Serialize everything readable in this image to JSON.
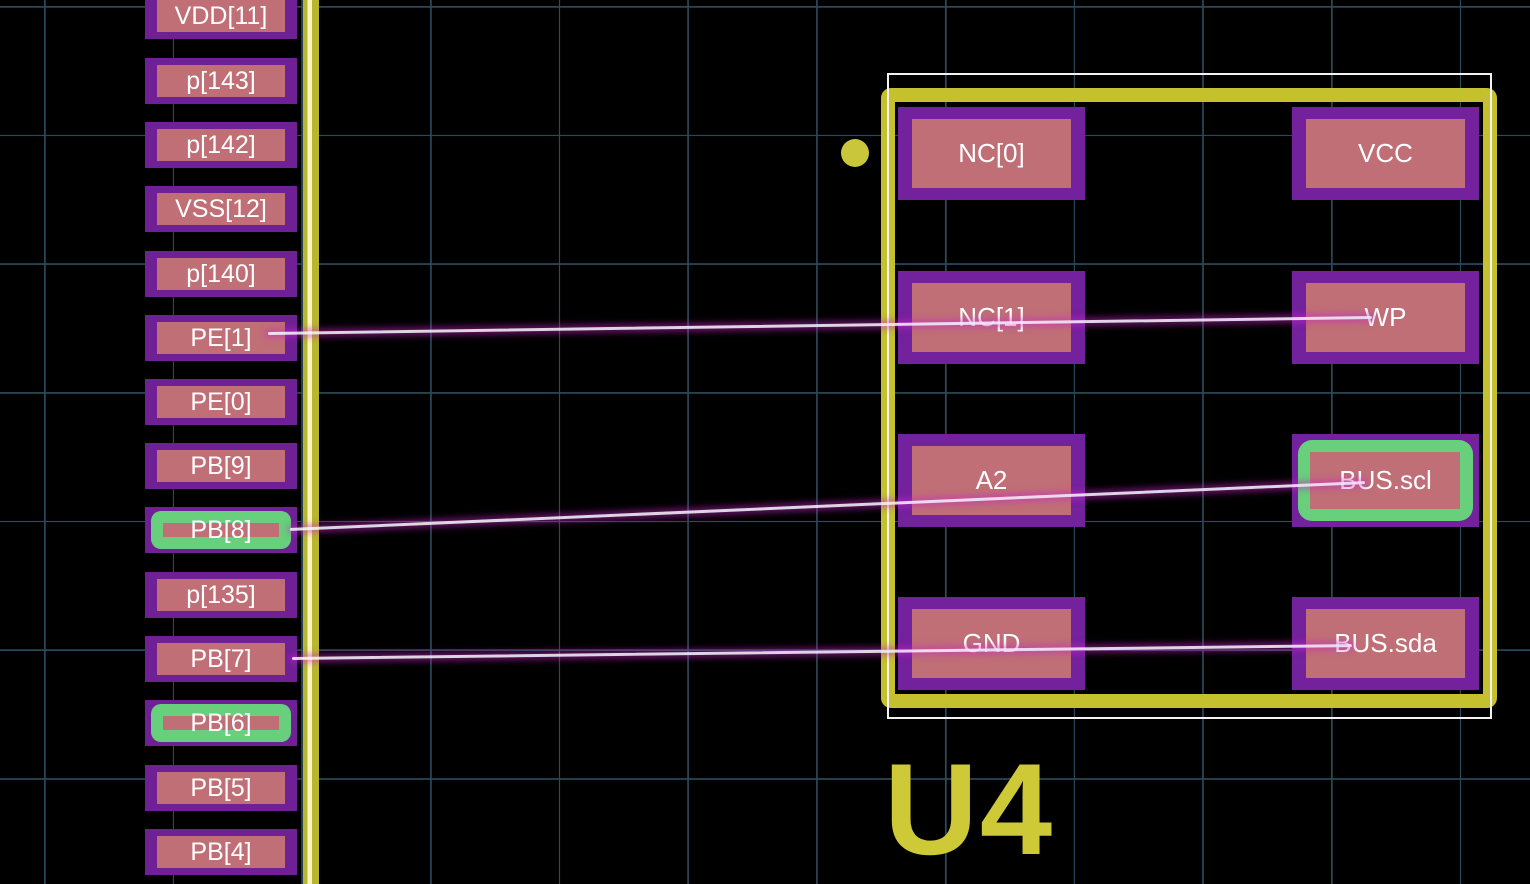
{
  "view": {
    "type": "pcb-layout-canvas",
    "component_refdes": "U4"
  },
  "left_pads": [
    {
      "label": "VDD[11]",
      "highlighted": false
    },
    {
      "label": "p[143]",
      "highlighted": false
    },
    {
      "label": "p[142]",
      "highlighted": false
    },
    {
      "label": "VSS[12]",
      "highlighted": false
    },
    {
      "label": "p[140]",
      "highlighted": false
    },
    {
      "label": "PE[1]",
      "highlighted": false
    },
    {
      "label": "PE[0]",
      "highlighted": false
    },
    {
      "label": "PB[9]",
      "highlighted": false
    },
    {
      "label": "PB[8]",
      "highlighted": true
    },
    {
      "label": "p[135]",
      "highlighted": false
    },
    {
      "label": "PB[7]",
      "highlighted": false
    },
    {
      "label": "PB[6]",
      "highlighted": true
    },
    {
      "label": "PB[5]",
      "highlighted": false
    },
    {
      "label": "PB[4]",
      "highlighted": false
    }
  ],
  "component": {
    "refdes": "U4",
    "pins": [
      {
        "label": "NC[0]",
        "highlighted": false
      },
      {
        "label": "NC[1]",
        "highlighted": false
      },
      {
        "label": "A2",
        "highlighted": false
      },
      {
        "label": "GND",
        "highlighted": false
      },
      {
        "label": "VCC",
        "highlighted": false
      },
      {
        "label": "WP",
        "highlighted": false
      },
      {
        "label": "BUS.scl",
        "highlighted": true
      },
      {
        "label": "BUS.sda",
        "highlighted": false
      }
    ]
  },
  "ratsnest": [
    {
      "from": "PE[1]",
      "to": "WP"
    },
    {
      "from": "PB[8]",
      "to": "BUS.scl"
    },
    {
      "from": "PB[7]",
      "to": "BUS.sda"
    }
  ],
  "colors": {
    "background": "#000000",
    "grid_line": "#2b4a5a",
    "pad_outer_purple": "#6e2094",
    "pad_inner_rose": "#c06f76",
    "highlight_green": "#68cf7c",
    "silkscreen_yellow": "#c4c02e",
    "courtyard_white": "#f2f2f2",
    "ratsnest_magenta": "#c626c6",
    "refdes_yellow": "#cdc937"
  }
}
